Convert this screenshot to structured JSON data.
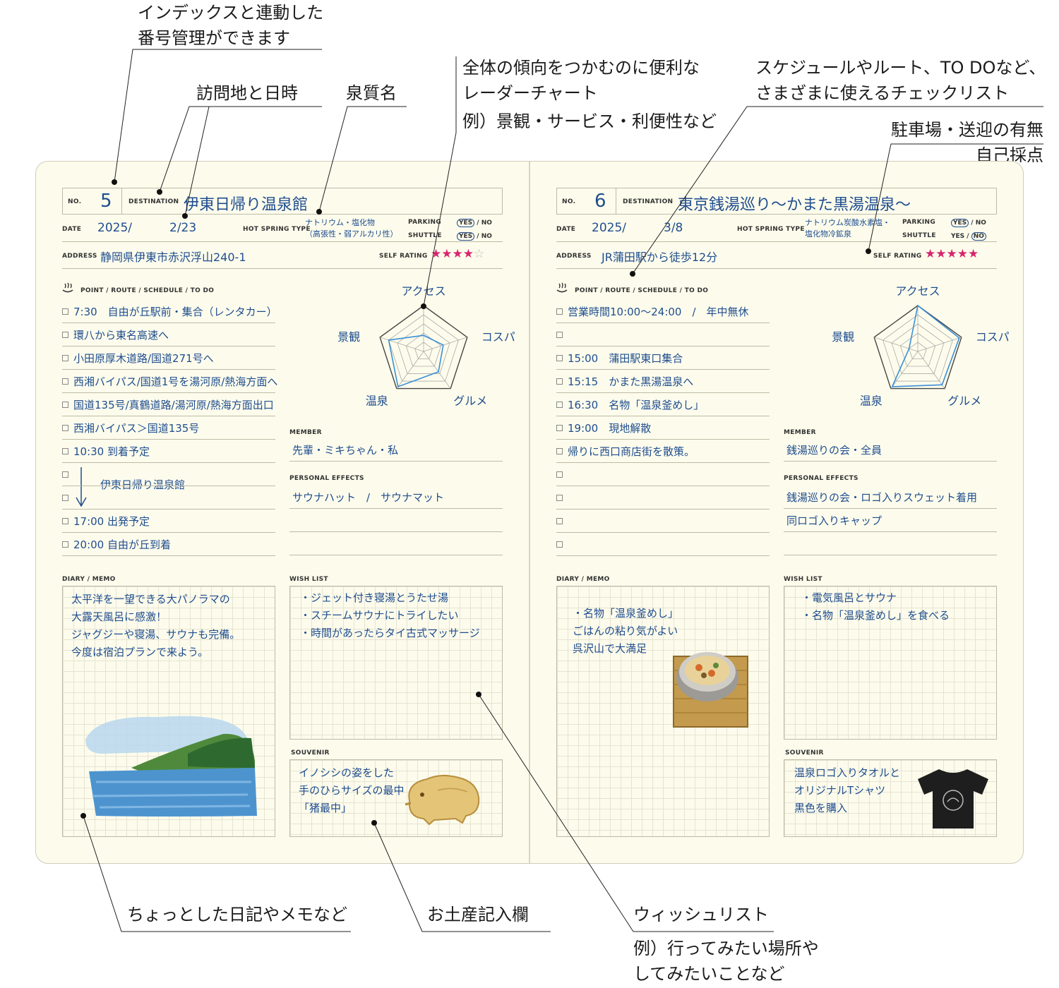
{
  "callouts": {
    "index": "インデックスと連動した\n番号管理ができます",
    "destination": "訪問地と日時",
    "spring": "泉質名",
    "radar": "全体の傾向をつかむのに便利な\nレーダーチャート",
    "radar_ex": "例）景観・サービス・利便性など",
    "checklist": "スケジュールやルート、TO DOなど、\nさまざまに使えるチェックリスト",
    "parking": "駐車場・送迎の有無",
    "rating": "自己採点",
    "diary": "ちょっとした日記やメモなど",
    "souvenir": "お土産記入欄",
    "wish": "ウィッシュリスト",
    "wish_ex": "例）行ってみたい場所や\nしてみたいことなど"
  },
  "labels": {
    "no": "NO.",
    "destination": "DESTINATION",
    "date": "DATE",
    "hot_spring_type": "HOT SPRING TYPE",
    "parking": "PARKING",
    "shuttle": "SHUTTLE",
    "yes": "YES",
    "no_opt": "NO",
    "slash": "/",
    "address": "ADDRESS",
    "self_rating": "SELF RATING",
    "point": "POINT / ROUTE / SCHEDULE / TO DO",
    "member": "MEMBER",
    "personal": "PERSONAL EFFECTS",
    "diary": "DIARY / MEMO",
    "wish": "WISH LIST",
    "souvenir": "SOUVENIR",
    "onsen_icon": "hot-spring-icon",
    "star_on": "★",
    "star_off": "☆"
  },
  "radar_axes": [
    "アクセス",
    "コスパ",
    "グルメ",
    "温泉",
    "景観"
  ],
  "colors": {
    "ink": "#1f4d8f",
    "radar": "#3b8fd6",
    "star": "#d6256e",
    "paper": "#fdfcec"
  },
  "pages": [
    {
      "no": "5",
      "destination": "伊東日帰り温泉館",
      "date_year": "2025/",
      "date_md": "2/23",
      "spring_type_1": "ナトリウム・塩化物",
      "spring_type_2": "（高張性・弱アルカリ性）",
      "parking": "yes",
      "shuttle": "yes",
      "address": "静岡県伊東市赤沢浮山240-1",
      "rating": 4,
      "radar_values": [
        0.35,
        0.45,
        0.55,
        0.95,
        0.8
      ],
      "todos": [
        "7:30　自由が丘駅前・集合（レンタカー）",
        "環八から東名高速へ",
        "小田原厚木道路/国道271号へ",
        "西湘バイパス/国道1号を湯河原/熱海方面へ",
        "国道135号/真鶴道路/湯河原/熱海方面出口",
        "西湘バイパス＞国道135号",
        "10:30 到着予定",
        "",
        "",
        "17:00 出発予定",
        "20:00 自由が丘到着"
      ],
      "todo_arrow_text": "伊東日帰り温泉館",
      "member": [
        "先輩・ミキちゃん・私"
      ],
      "personal": [
        "サウナハット　/　サウナマット",
        ""
      ],
      "diary": [
        "太平洋を一望できる大パノラマの",
        "大露天風呂に感激！",
        "ジャグジーや寝湯、サウナも完備。",
        "今度は宿泊プランで来よう。"
      ],
      "wish": [
        "・ジェット付き寝湯とうたせ湯",
        "・スチームサウナにトライしたい",
        "・時間があったらタイ古式マッサージ"
      ],
      "souvenir": [
        "イノシシの姿をした",
        "手のひらサイズの最中",
        "「猪最中」"
      ]
    },
    {
      "no": "6",
      "destination": "東京銭湯巡り〜かまた黒湯温泉〜",
      "date_year": "2025/",
      "date_md": "3/8",
      "spring_type_1": "ナトリウム炭酸水素塩・",
      "spring_type_2": "塩化物冷鉱泉",
      "parking": "yes",
      "shuttle": "no",
      "address": "JR蒲田駅から徒歩12分",
      "rating": 5,
      "radar_values": [
        1.0,
        0.95,
        0.9,
        0.95,
        0.2
      ],
      "todos": [
        "営業時間10:00〜24:00　/　年中無休",
        "",
        "15:00　蒲田駅東口集合",
        "15:15　かまた黒湯温泉へ",
        "16:30　名物「温泉釜めし」",
        "19:00　現地解散",
        "帰りに西口商店街を散策。",
        "",
        "",
        "",
        ""
      ],
      "todo_arrow_text": "",
      "member": [
        "銭湯巡りの会・全員"
      ],
      "personal": [
        "銭湯巡りの会・ロゴ入りスウェット着用",
        "同ロゴ入りキャップ"
      ],
      "diary": [
        "・名物「温泉釜めし」",
        "ごはんの粘り気がよい",
        "呉沢山で大満足"
      ],
      "wish": [
        "・電気風呂とサウナ",
        "・名物「温泉釜めし」を食べる"
      ],
      "souvenir": [
        "温泉ロゴ入りタオルと",
        "オリジナルTシャツ",
        "黒色を購入"
      ]
    }
  ]
}
